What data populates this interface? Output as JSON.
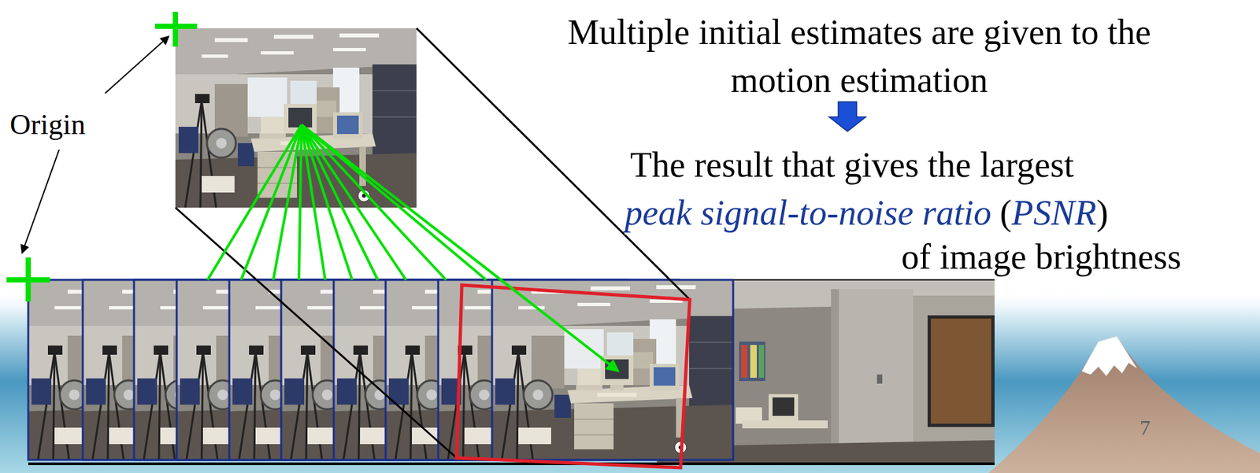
{
  "diagram": {
    "labels": [
      "Origin",
      "Multiple initial estimates are given to the motion estimation",
      "The result that gives the largest",
      "peak signal-to-noise ratio",
      "(",
      "PSNR",
      ")",
      "of image brightness",
      "7"
    ]
  }
}
